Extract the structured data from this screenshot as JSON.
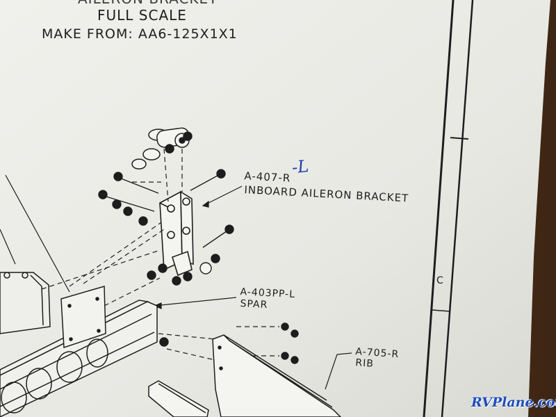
{
  "header": {
    "line1": "AILERON BRACKET",
    "line2": "FULL SCALE",
    "line3": "MAKE FROM: AA6-125X1X1"
  },
  "parts": [
    {
      "number": "A-407-R",
      "description": "INBOARD AILERON BRACKET"
    },
    {
      "number": "A-403PP-L",
      "description": "SPAR"
    },
    {
      "number": "A-705-R",
      "description": "RIB"
    }
  ],
  "handwritten_edit": "-L",
  "border_zone_letter": "C",
  "watermark": "RVPlane.com",
  "colors": {
    "paper": "#eeeeea",
    "ink": "#1d1d1d",
    "pen": "#1f3fb0",
    "background": "#5a3a22"
  }
}
